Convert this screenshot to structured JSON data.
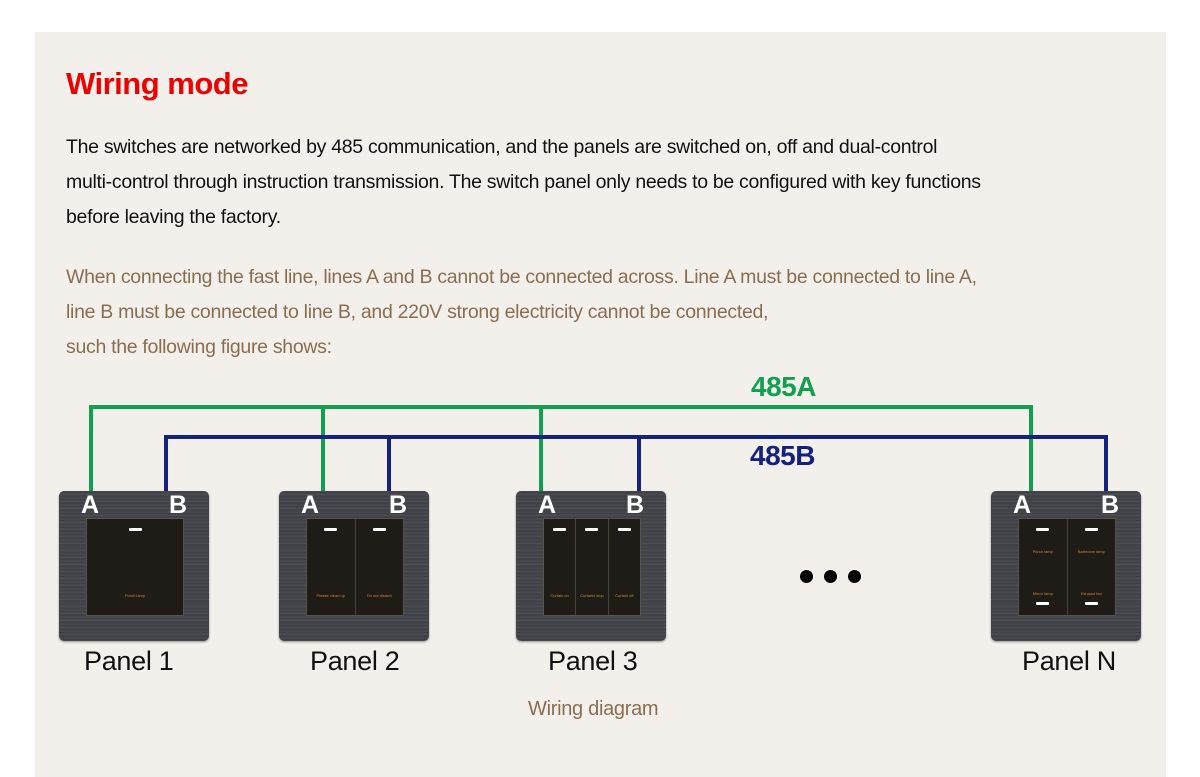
{
  "title": "Wiring mode",
  "intro_lines": [
    "The switches are networked by 485 communication, and the panels are switched on, off and dual-control",
    "multi-control through instruction transmission. The switch panel only needs to be configured with key functions",
    "before leaving the factory."
  ],
  "note_lines": [
    "When connecting the fast line, lines A and B cannot be connected across. Line A must be connected to line A,",
    "line B must be connected to line B, and 220V strong electricity cannot be connected,",
    "such the following figure shows:"
  ],
  "diagram": {
    "bus_a": {
      "label": "485A",
      "color": "#11a050"
    },
    "bus_b": {
      "label": "485B",
      "color": "#14217d"
    },
    "terminal_a": "A",
    "terminal_b": "B",
    "ellipsis": "...",
    "caption": "Wiring diagram",
    "panels": [
      {
        "name": "Panel 1",
        "keys": [
          {
            "labels": [
              "Porch lamp"
            ]
          }
        ]
      },
      {
        "name": "Panel 2",
        "keys": [
          {
            "labels": [
              "Please clean up"
            ]
          },
          {
            "labels": [
              "Do not disturb"
            ]
          }
        ]
      },
      {
        "name": "Panel 3",
        "keys": [
          {
            "labels": [
              "Curtain on"
            ]
          },
          {
            "labels": [
              "Curtains stop"
            ]
          },
          {
            "labels": [
              "Curtain off"
            ]
          }
        ]
      },
      {
        "name": "Panel N",
        "keys": [
          {
            "labels": [
              "Porch lamp",
              "Mirror lamp"
            ]
          },
          {
            "labels": [
              "Bathroom lamp",
              "Exhaust fan"
            ]
          }
        ]
      }
    ]
  }
}
